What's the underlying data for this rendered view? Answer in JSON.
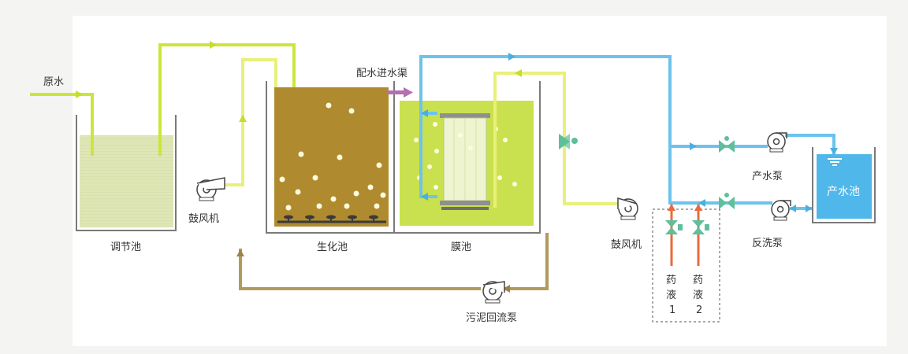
{
  "labels": {
    "raw_water": "原水",
    "equalization_tank": "调节池",
    "blower_left": "鼓风机",
    "bio_tank": "生化池",
    "distribution_channel": "配水进水渠",
    "membrane_tank": "膜池",
    "blower_right": "鼓风机",
    "product_pump": "产水泵",
    "product_tank": "产水池",
    "backwash_pump": "反洗泵",
    "sludge_return_pump": "污泥回流泵",
    "chemical1": [
      "药",
      "液",
      "1"
    ],
    "chemical2": [
      "药",
      "液",
      "2"
    ]
  },
  "colors": {
    "raw_water_line": "#cde53a",
    "air_line": "#e8f07a",
    "product_line": "#6cc3ec",
    "sludge_line": "#b29a5b",
    "chemical_line": "#e86b3c",
    "bio_liquid": "#b08a2e",
    "membrane_liquid": "#c9e14e",
    "equalization_liquid": "#dfe6b6",
    "product_liquid": "#4fb7ea",
    "channel_arrow": "#b46fb0",
    "valve": "#5fbf9a"
  }
}
